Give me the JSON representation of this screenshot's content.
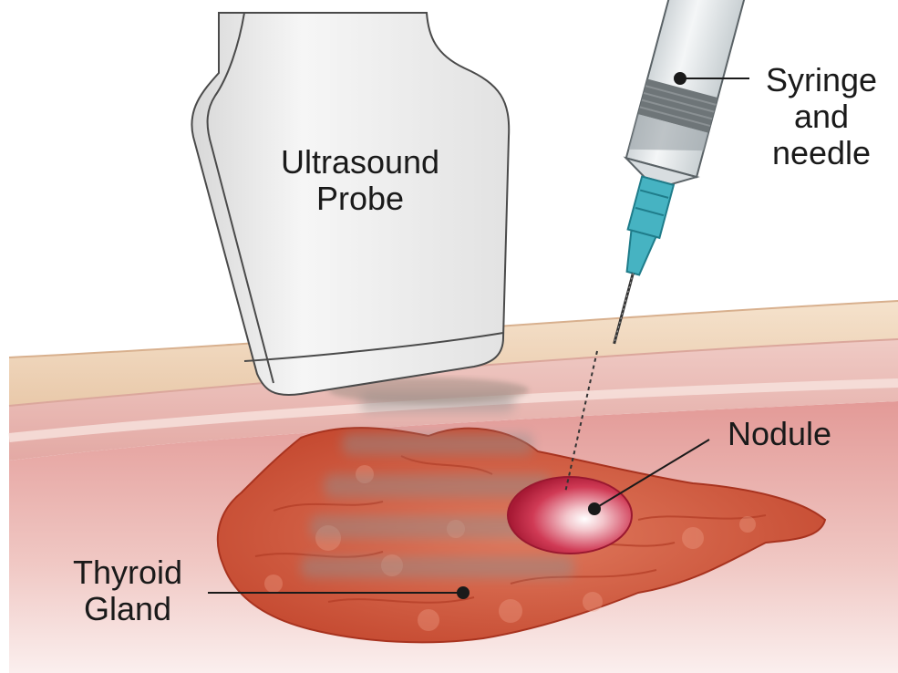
{
  "labels": {
    "probe": [
      "Ultrasound",
      "Probe"
    ],
    "syringe": [
      "Syringe",
      "and",
      "needle"
    ],
    "nodule": "Nodule",
    "gland": [
      "Thyroid",
      "Gland"
    ]
  },
  "colors": {
    "skin_outer": "#f2dcc6",
    "skin_inner": "#e8b6b0",
    "tissue": "#d98a8a",
    "gland": "#cf5a40",
    "nodule": "#c8233f",
    "probe": "#eeeeee",
    "needle_hub": "#3aaab8"
  }
}
